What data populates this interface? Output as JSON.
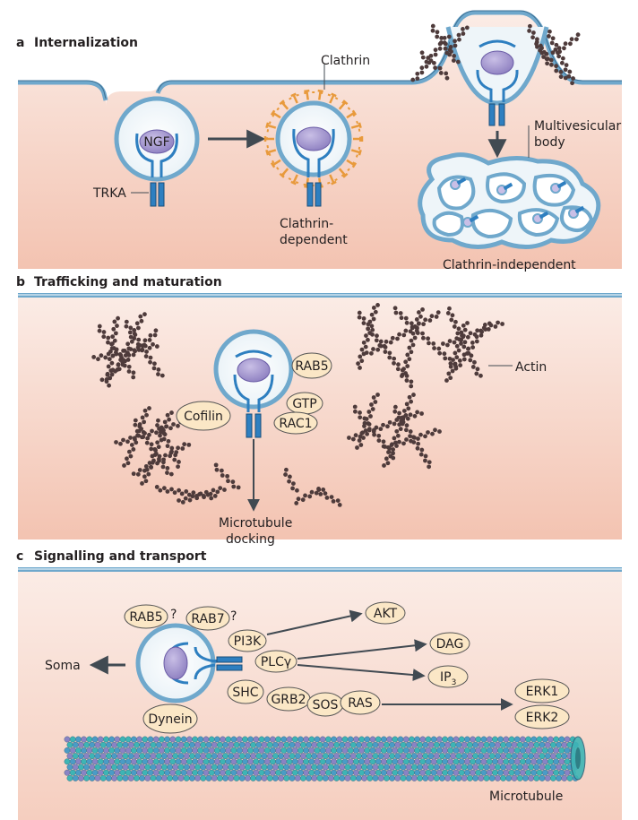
{
  "panel_a": {
    "letter": "a",
    "title": "Internalization",
    "labels": {
      "ngf": "NGF",
      "trka": "TRKA",
      "clathrin": "Clathrin",
      "clathrin_dependent_1": "Clathrin-",
      "clathrin_dependent_2": "dependent",
      "mvb_1": "Multivesicular",
      "mvb_2": "body",
      "clathrin_independent": "Clathrin-independent"
    }
  },
  "panel_b": {
    "letter": "b",
    "title": "Trafficking and maturation",
    "labels": {
      "rab5": "RAB5",
      "gtp": "GTP",
      "rac1": "RAC1",
      "cofilin": "Cofilin",
      "actin": "Actin",
      "docking_1": "Microtubule",
      "docking_2": "docking"
    }
  },
  "panel_c": {
    "letter": "c",
    "title": "Signalling and transport",
    "labels": {
      "rab5": "RAB5",
      "rab7": "RAB7",
      "question": "?",
      "pi3k": "PI3K",
      "plcg": "PLCγ",
      "akt": "AKT",
      "dag": "DAG",
      "ip3": "IP",
      "ip3_sub": "3",
      "shc": "SHC",
      "grb2": "GRB2",
      "sos": "SOS",
      "ras": "RAS",
      "erk1": "ERK1",
      "erk2": "ERK2",
      "soma": "Soma",
      "dynein": "Dynein",
      "microtubule": "Microtubule"
    }
  },
  "colors": {
    "membrane": "#6fa8cc",
    "membrane_dark": "#4a7fa3",
    "cytoplasm_top": "#f9e3da",
    "cytoplasm_bottom": "#f4c8b8",
    "receptor": "#2e7fc0",
    "ngf": "#a89ad0",
    "clathrin": "#e89a3c",
    "oval_fill": "#fbe7c6",
    "oval_stroke": "#555555",
    "actin": "#4a3838",
    "microtubule_blue": "#4a9cc6",
    "microtubule_teal": "#3db5b5",
    "microtubule_purple": "#8a83c4",
    "arrow": "#414a52"
  }
}
